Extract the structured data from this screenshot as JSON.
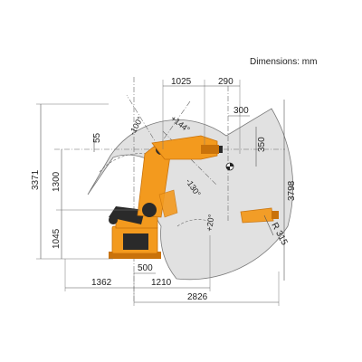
{
  "header": {
    "units_note": "Dimensions: mm"
  },
  "dimensions": {
    "d1025": "1025",
    "d290": "290",
    "d300": "300",
    "d350": "350",
    "d55": "55",
    "d3371": "3371",
    "d1300": "1300",
    "d1045": "1045",
    "d3798": "3798",
    "d500": "500",
    "d1362": "1362",
    "d1210": "1210",
    "d2826": "2826",
    "r315": "R 315"
  },
  "angles": {
    "a_m100": "-100°",
    "a_p144": "+144°",
    "a_m130": "-130°",
    "a_p20": "+20°"
  },
  "colors": {
    "robot_orange": "#F39A1E",
    "robot_orange_dark": "#C9720A",
    "robot_black": "#2A2A2A",
    "workspace_fill": "#E1E1E1",
    "workspace_stroke": "#7A7A7A"
  }
}
